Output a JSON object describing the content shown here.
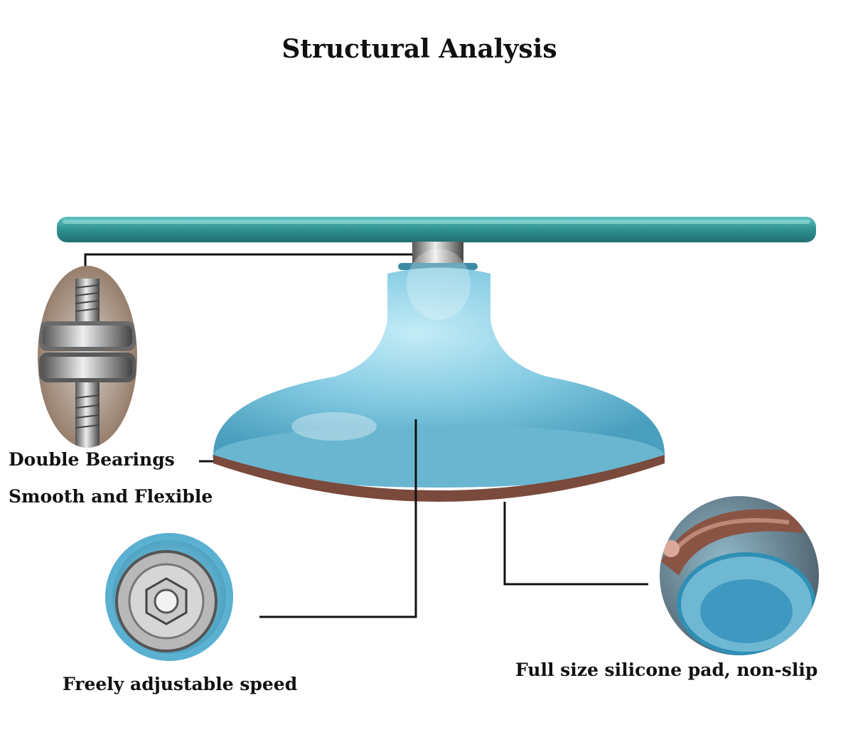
{
  "title": "Structural Analysis",
  "callouts": {
    "bearings_line1": "Double Bearings",
    "bearings_line2": "Smooth and Flexible",
    "speed": "Freely adjustable speed",
    "pad": "Full size silicone pad, non-slip"
  },
  "colors": {
    "plate": "#3ea3a3",
    "base": "#7cc4dc",
    "pad": "#7a4a3c",
    "leader": "#111111"
  }
}
